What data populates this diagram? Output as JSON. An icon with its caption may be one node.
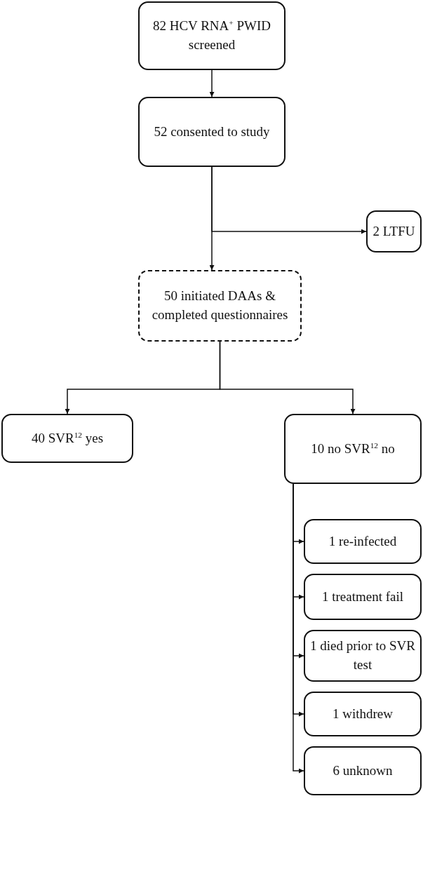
{
  "diagram": {
    "nodes": [
      {
        "text": [
          "82 HCV RNA$^{+}$ PWID screened"
        ]
      },
      {
        "text": [
          "52 consented to study"
        ]
      },
      {
        "text": [
          "2 LTFU"
        ]
      },
      {
        "text": [
          "50 initiated DAAs & completed questionnaires"
        ]
      },
      {
        "text": [
          "40 SVR$^{12}$ yes"
        ]
      },
      {
        "text": [
          "10 no SVR$^{12}$ no"
        ]
      },
      {
        "text": [
          "1 re-infected"
        ]
      },
      {
        "text": [
          "1 treatment fail"
        ]
      },
      {
        "text": [
          "1 died prior to SVR test"
        ]
      },
      {
        "text": [
          "1 withdrew"
        ]
      },
      {
        "text": [
          "6 unknown"
        ]
      }
    ],
    "edges": [
      {
        "from": 0,
        "to": 1,
        "arrow": "to"
      },
      {
        "from": 1,
        "to": 2,
        "arrow": "to"
      },
      {
        "from": 1,
        "to": 3,
        "arrow": "to"
      },
      {
        "from": 3,
        "to": 4,
        "arrow": "to"
      },
      {
        "from": 3,
        "to": 5,
        "arrow": "to"
      },
      {
        "from": 5,
        "to": 6,
        "arrow": "to"
      },
      {
        "from": 5,
        "to": 7,
        "arrow": "to"
      },
      {
        "from": 5,
        "to": 8,
        "arrow": "to"
      },
      {
        "from": 5,
        "to": 9,
        "arrow": "to"
      },
      {
        "from": 5,
        "to": 10,
        "arrow": "to"
      }
    ]
  }
}
